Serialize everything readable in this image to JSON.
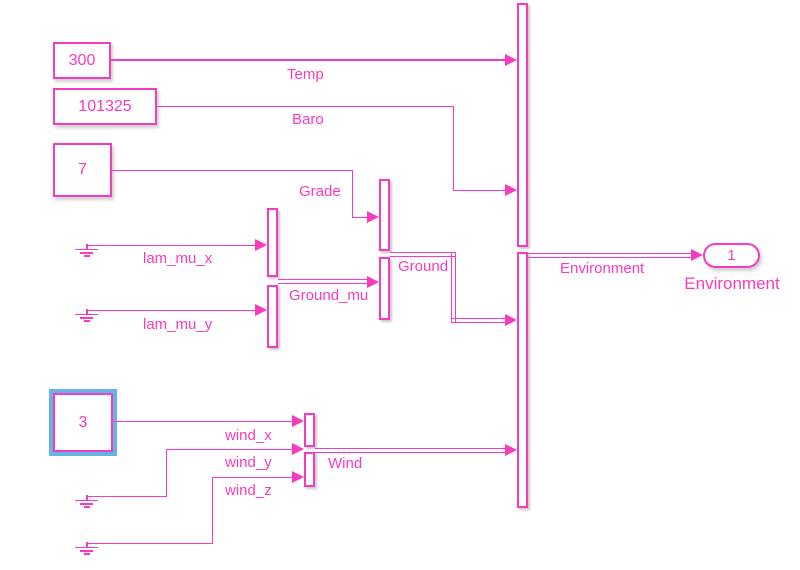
{
  "colors": {
    "signal_magenta": "#F73BBE",
    "selection_blue": "#66B3E6",
    "block_fill": "#FFFFFF"
  },
  "blocks": {
    "const_temp": {
      "value": "300"
    },
    "const_baro": {
      "value": "101325"
    },
    "const_grade": {
      "value": "7"
    },
    "const_wind": {
      "value": "3"
    }
  },
  "signals": {
    "temp": "Temp",
    "baro": "Baro",
    "grade": "Grade",
    "lam_mu_x": "lam_mu_x",
    "lam_mu_y": "lam_mu_y",
    "ground_mu": "Ground_mu",
    "ground": "Ground",
    "wind_x": "wind_x",
    "wind_y": "wind_y",
    "wind_z": "wind_z",
    "wind": "Wind",
    "environment": "Environment"
  },
  "outport": {
    "number": "1",
    "label": "Environment"
  }
}
